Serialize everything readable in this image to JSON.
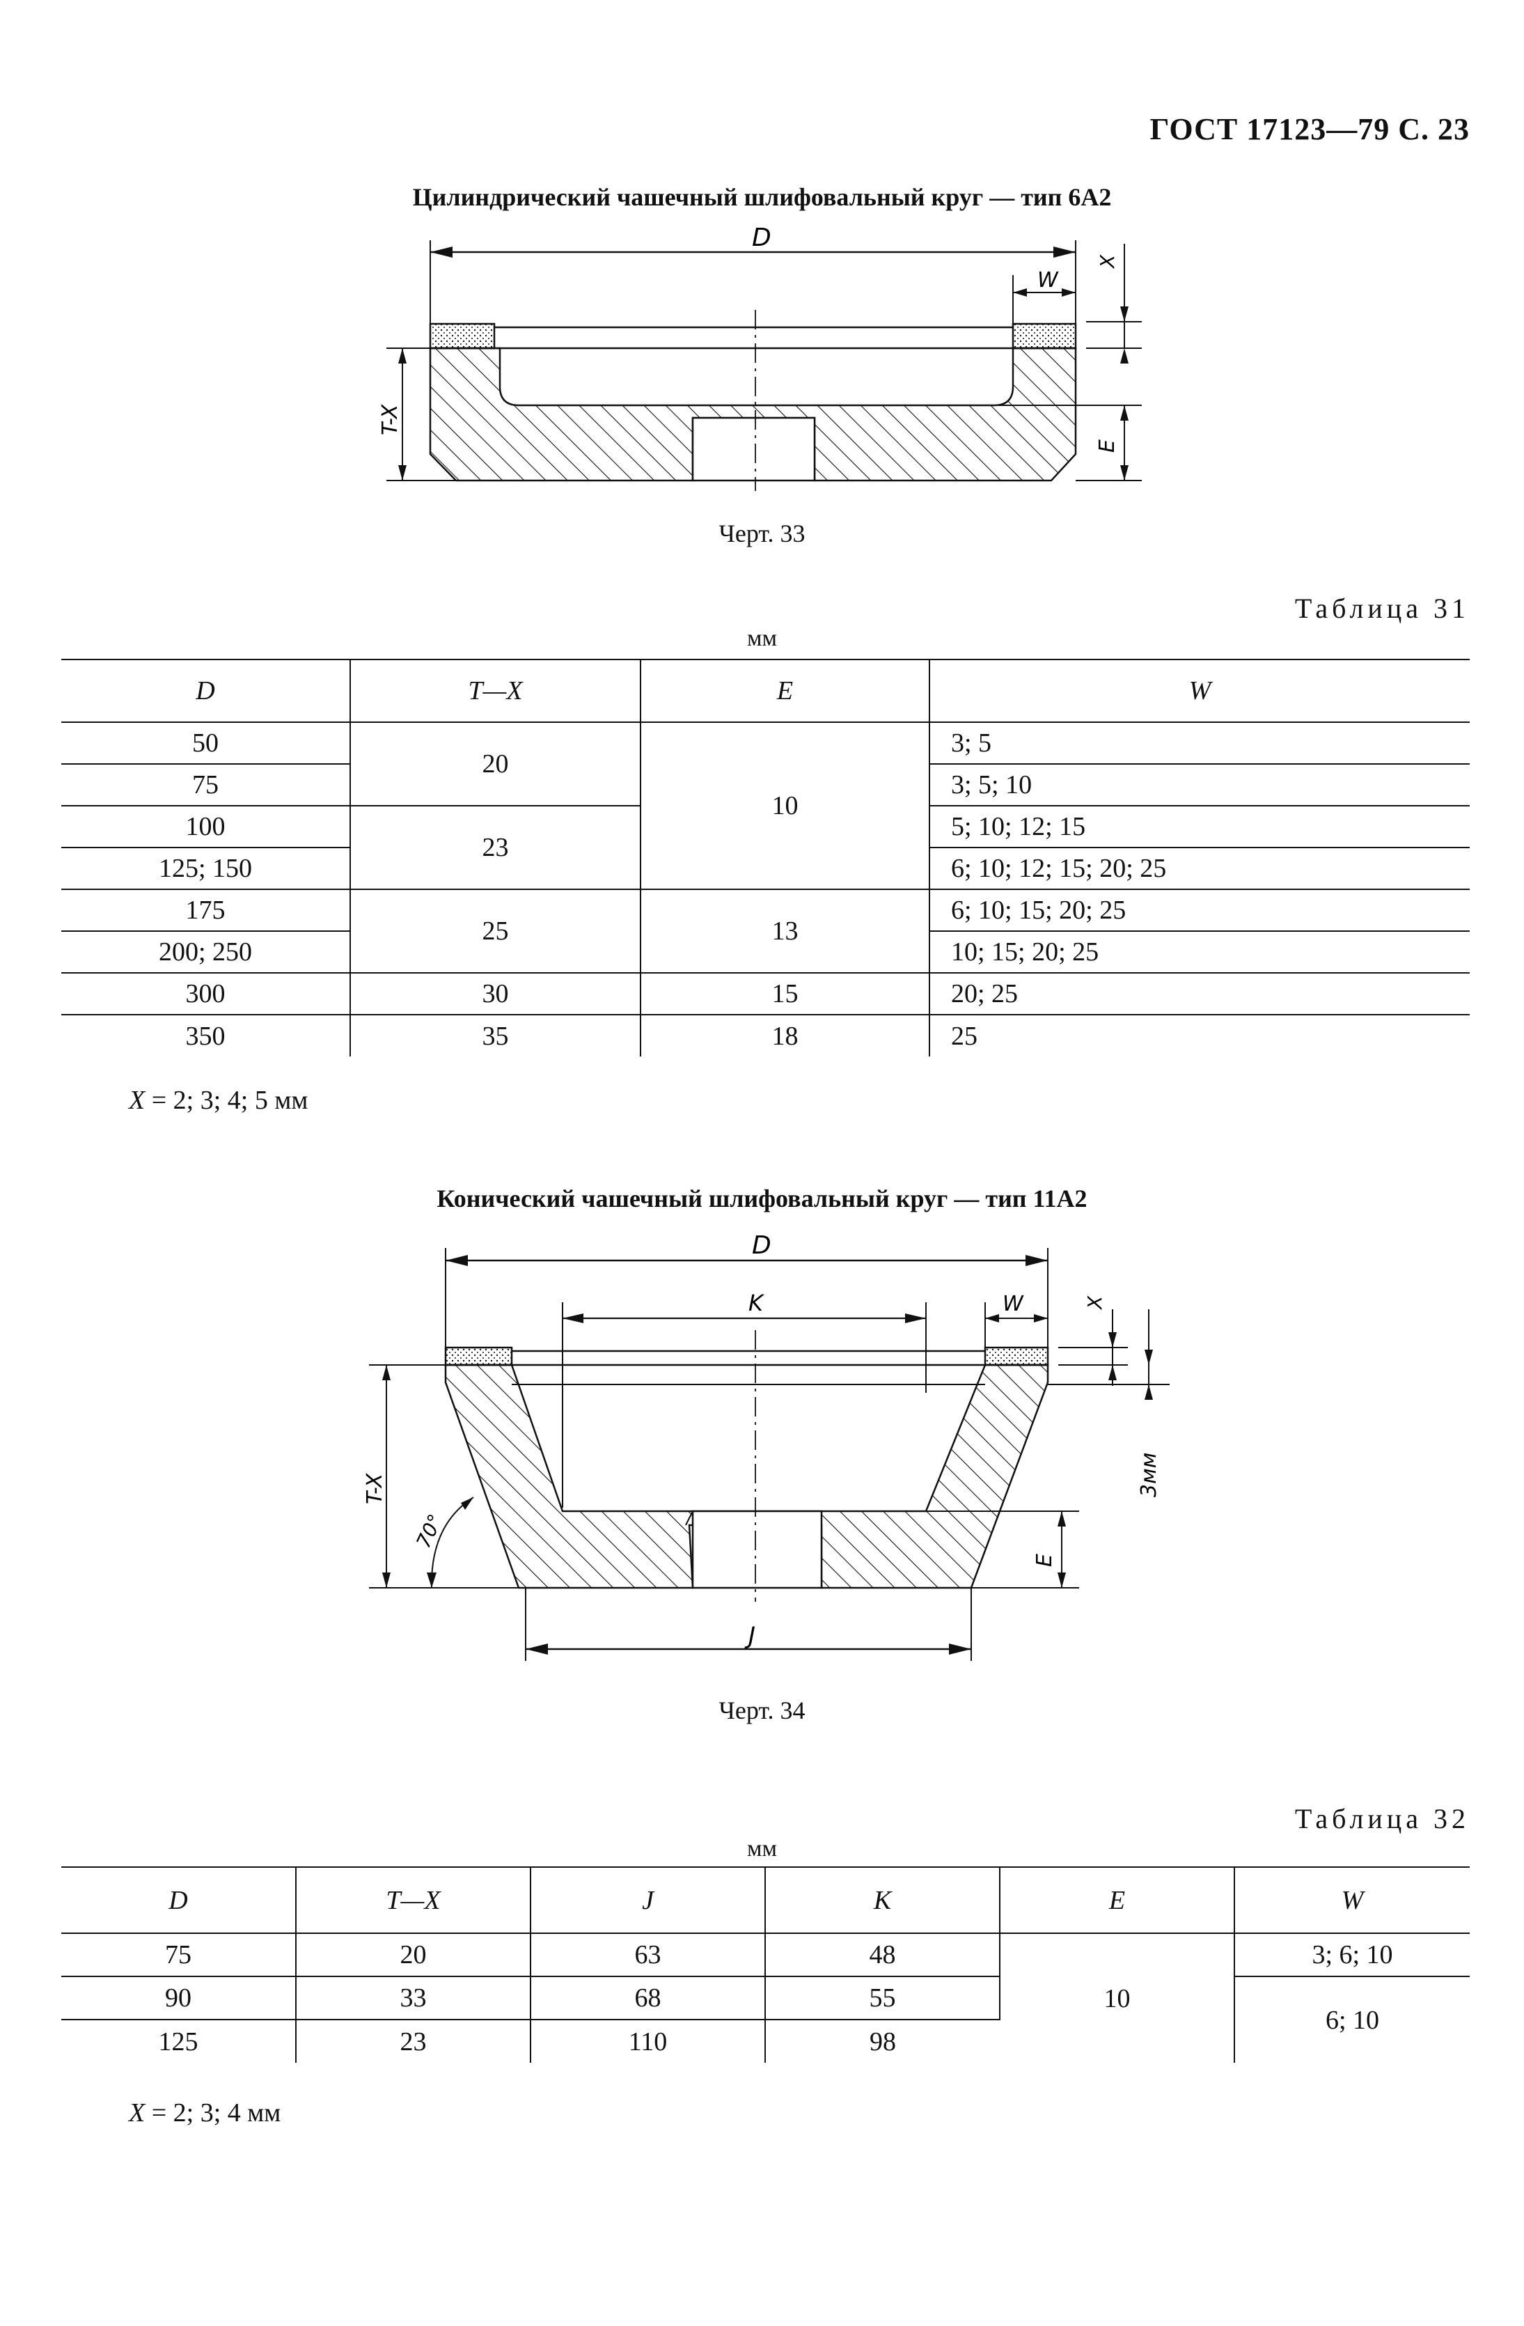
{
  "header": {
    "doc_ref": "ГОСТ 17123—79 С. 23"
  },
  "section1": {
    "title": "Цилиндрический чашечный шлифовальный круг — тип 6А2",
    "drawing_labels": {
      "d": "D",
      "w": "W",
      "x": "X",
      "tx": "T-X",
      "e": "E"
    },
    "caption": "Черт. 33",
    "table_label": "Таблица 31",
    "unit": "мм",
    "table": {
      "headers": [
        "D",
        "T—X",
        "E",
        "W"
      ],
      "rows": [
        {
          "d": "50",
          "w": "3; 5"
        },
        {
          "d": "75",
          "w": "3; 5; 10"
        },
        {
          "d": "100",
          "w": "5; 10; 12; 15"
        },
        {
          "d": "125; 150",
          "w": "6; 10; 12; 15; 20; 25"
        },
        {
          "d": "175",
          "w": "6; 10; 15; 20; 25"
        },
        {
          "d": "200; 250",
          "w": "10; 15; 20; 25"
        },
        {
          "d": "300",
          "w": "20; 25"
        },
        {
          "d": "350",
          "w": "25"
        }
      ],
      "tx_groups": [
        "20",
        "23",
        "25",
        "30",
        "35"
      ],
      "e_groups": [
        "10",
        "13",
        "15",
        "18"
      ]
    },
    "note_var": "X",
    "note_text": " = 2; 3; 4; 5 мм"
  },
  "section2": {
    "title": "Конический чашечный шлифовальный круг — тип 11А2",
    "drawing_labels": {
      "d": "D",
      "k": "K",
      "w": "W",
      "x": "X",
      "tx": "T-X",
      "angle": "70°",
      "mm3": "3мм",
      "e": "E",
      "j": "J"
    },
    "caption": "Черт. 34",
    "table_label": "Таблица 32",
    "unit": "мм",
    "table": {
      "headers": [
        "D",
        "T—X",
        "J",
        "K",
        "E",
        "W"
      ],
      "rows": [
        {
          "d": "75",
          "tx": "20",
          "j": "63",
          "k": "48"
        },
        {
          "d": "90",
          "tx": "33",
          "j": "68",
          "k": "55"
        },
        {
          "d": "125",
          "tx": "23",
          "j": "110",
          "k": "98"
        }
      ],
      "e": "10",
      "w_groups": [
        "3; 6; 10",
        "6; 10"
      ]
    },
    "note_var": "X",
    "note_text": " = 2; 3; 4 мм"
  }
}
